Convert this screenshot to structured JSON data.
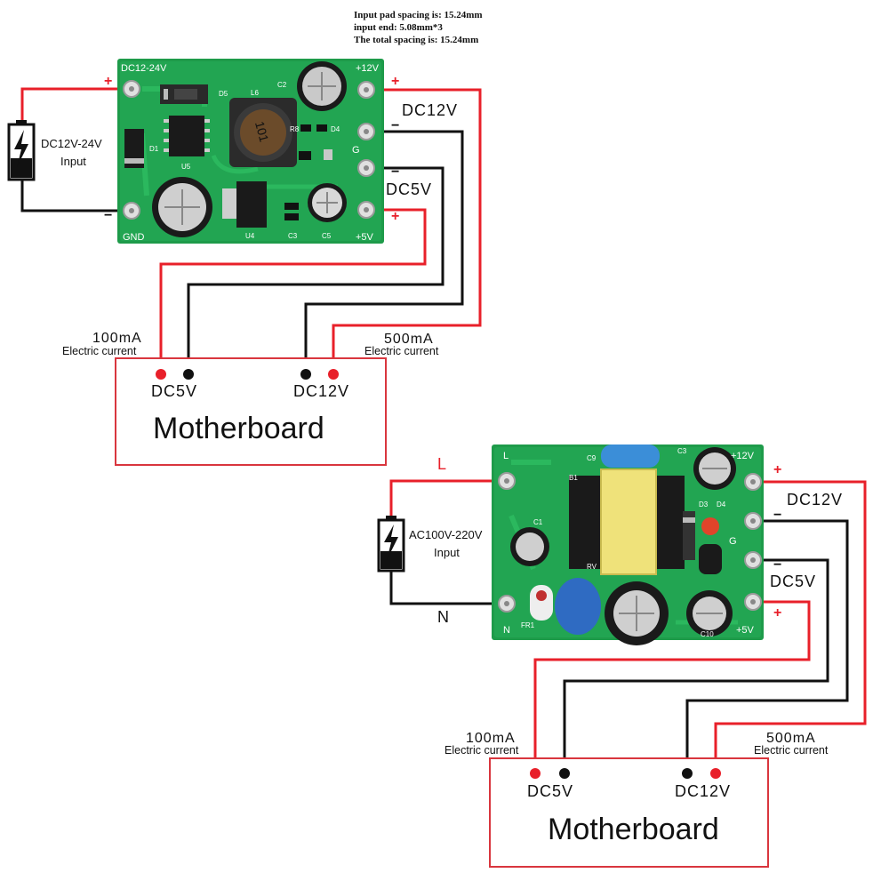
{
  "notes": {
    "line1": "Input pad spacing is: 15.24mm",
    "line2": "input end: 5.08mm*3",
    "line3": "The total spacing is: 15.24mm"
  },
  "colors": {
    "positive": "#e8202a",
    "negative": "#111111",
    "pcb": "#1e9b4a",
    "frame": "#d9363e"
  },
  "module1": {
    "silk_top_left": "DC12-24V",
    "silk_top_right": "+12V",
    "silk_bottom_left": "GND",
    "silk_bottom_right": "+5V",
    "silk_g": "G",
    "components": [
      "D5",
      "L6",
      "C2",
      "101",
      "U5",
      "U4",
      "C3",
      "C5",
      "D4",
      "R8",
      "D1"
    ],
    "input_label": [
      "DC12V-24V",
      "Input"
    ],
    "input_plus": "+",
    "input_minus": "−",
    "out_12v_label": "DC12V",
    "out_5v_label": "DC5V",
    "plus_12v": "+",
    "minus_12v": "−",
    "minus_5v": "−",
    "plus_5v": "+"
  },
  "motherboard1": {
    "title": "Motherboard",
    "left_current": "100mA",
    "left_current_sub": "Electric current",
    "right_current": "500mA",
    "right_current_sub": "Electric current",
    "left_port": "DC5V",
    "right_port": "DC12V"
  },
  "module2": {
    "silk_top_left": "L",
    "silk_top_right": "+12V",
    "silk_bottom_left": "N",
    "silk_bottom_right": "+5V",
    "silk_g": "G",
    "components": [
      "C9",
      "C3",
      "B1",
      "D3",
      "D4",
      "C1",
      "RV",
      "FR1",
      "C10"
    ],
    "input_label": [
      "AC100V-220V",
      "Input"
    ],
    "input_l": "L",
    "input_n": "N",
    "out_12v_label": "DC12V",
    "out_5v_label": "DC5V",
    "plus_12v": "+",
    "minus_12v": "−",
    "minus_5v": "−",
    "plus_5v": "+"
  },
  "motherboard2": {
    "title": "Motherboard",
    "left_current": "100mA",
    "left_current_sub": "Electric current",
    "right_current": "500mA",
    "right_current_sub": "Electric current",
    "left_port": "DC5V",
    "right_port": "DC12V"
  }
}
